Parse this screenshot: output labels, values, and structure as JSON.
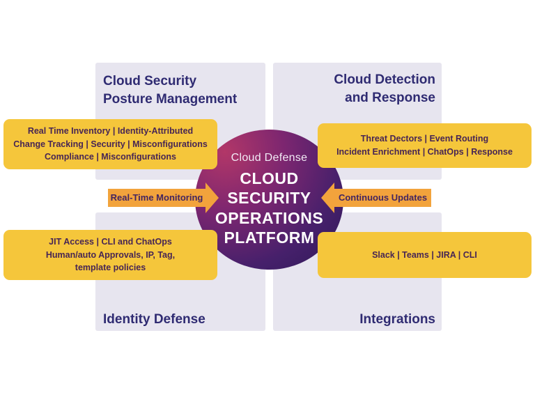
{
  "colors": {
    "panel_bg": "#E7E5EF",
    "heading_text": "#2F2B72",
    "box_bg": "#F5C63B",
    "box_text": "#472554",
    "arrow_bg": "#F2A33C",
    "circle_gradient_start": "#B23768",
    "circle_gradient_end": "#2E1A57",
    "circle_text": "#FFFFFF"
  },
  "center": {
    "brand": "Cloud Defense",
    "title": "CLOUD\nSECURITY\nOPERATIONS\nPLATFORM"
  },
  "arrows": {
    "left_label": "Real-Time Monitoring",
    "right_label": "Continuous Updates"
  },
  "quadrants": {
    "cspm": {
      "heading": "Cloud Security\nPosture Management",
      "details": "Real Time Inventory | Identity-Attributed\nChange Tracking | Security | Misconfigurations\nCompliance | Misconfigurations"
    },
    "cdr": {
      "heading": "Cloud Detection\nand Response",
      "details": "Threat Dectors | Event Routing\nIncident Enrichment | ChatOps | Response"
    },
    "identity": {
      "heading": "Identity Defense",
      "details": "JIT Access | CLI and ChatOps\nHuman/auto Approvals, IP, Tag,\ntemplate policies"
    },
    "integrations": {
      "heading": "Integrations",
      "details": "Slack | Teams | JIRA | CLI"
    }
  }
}
